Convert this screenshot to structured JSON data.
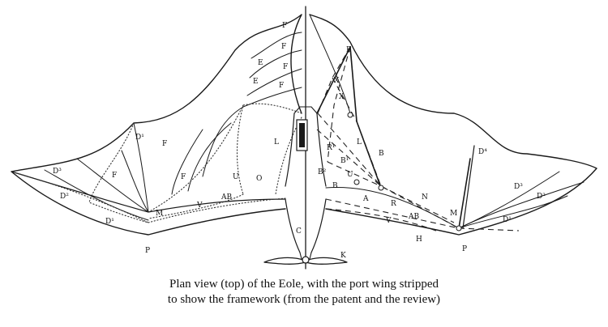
{
  "caption": {
    "line1": "Plan view (top) of the Eole, with the port wing stripped",
    "line2": "to show the framework (from the patent and the review)"
  },
  "labels": {
    "F": "F",
    "E": "E",
    "D1": "D¹",
    "D2": "D²",
    "D3": "D³",
    "D4": "D⁴",
    "L": "L",
    "U": "U",
    "O": "O",
    "M": "M",
    "AB": "AB",
    "V": "V",
    "P": "P",
    "K": "K",
    "H": "H",
    "X": "X",
    "B": "B",
    "A": "A",
    "R": "R",
    "N": "N",
    "C": "C",
    "R1": "R¹",
    "B1": "B¹",
    "B2": "B²"
  }
}
